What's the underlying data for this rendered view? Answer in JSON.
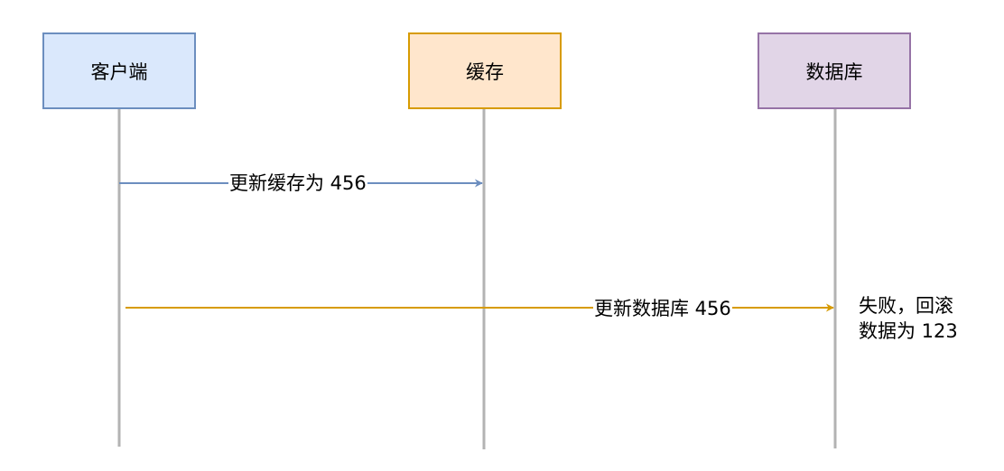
{
  "participants": {
    "client": {
      "label": "客户端",
      "fill": "#dae8fc",
      "stroke": "#6c8ebf"
    },
    "cache": {
      "label": "缓存",
      "fill": "#ffe6cc",
      "stroke": "#d79b00"
    },
    "database": {
      "label": "数据库",
      "fill": "#e1d5e7",
      "stroke": "#9673a6"
    }
  },
  "lifeline_color": "#b3b3b3",
  "messages": [
    {
      "label": "更新缓存为 456",
      "from": "client",
      "to": "cache",
      "color": "#6c8ebf"
    },
    {
      "label": "更新数据库 456",
      "from": "client",
      "to": "database",
      "color": "#d79b00"
    }
  ],
  "note": {
    "line1": "失败，回滚",
    "line2": "数据为 123"
  }
}
